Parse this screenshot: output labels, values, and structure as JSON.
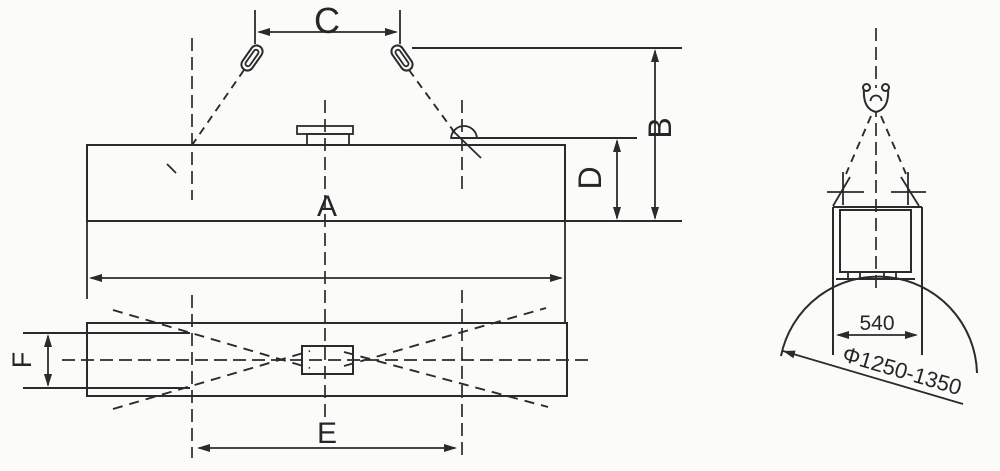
{
  "drawing": {
    "title": "lifting-electromagnet-dimension-drawing",
    "labels": {
      "a": "A",
      "b": "B",
      "c": "C",
      "d": "D",
      "e": "E",
      "f": "F"
    },
    "side_view": {
      "pole_width": "540",
      "pile_diameter_range": "Φ1250-1350"
    },
    "colors": {
      "line": "#2b2b2b",
      "background": "#fbfbfa"
    }
  }
}
